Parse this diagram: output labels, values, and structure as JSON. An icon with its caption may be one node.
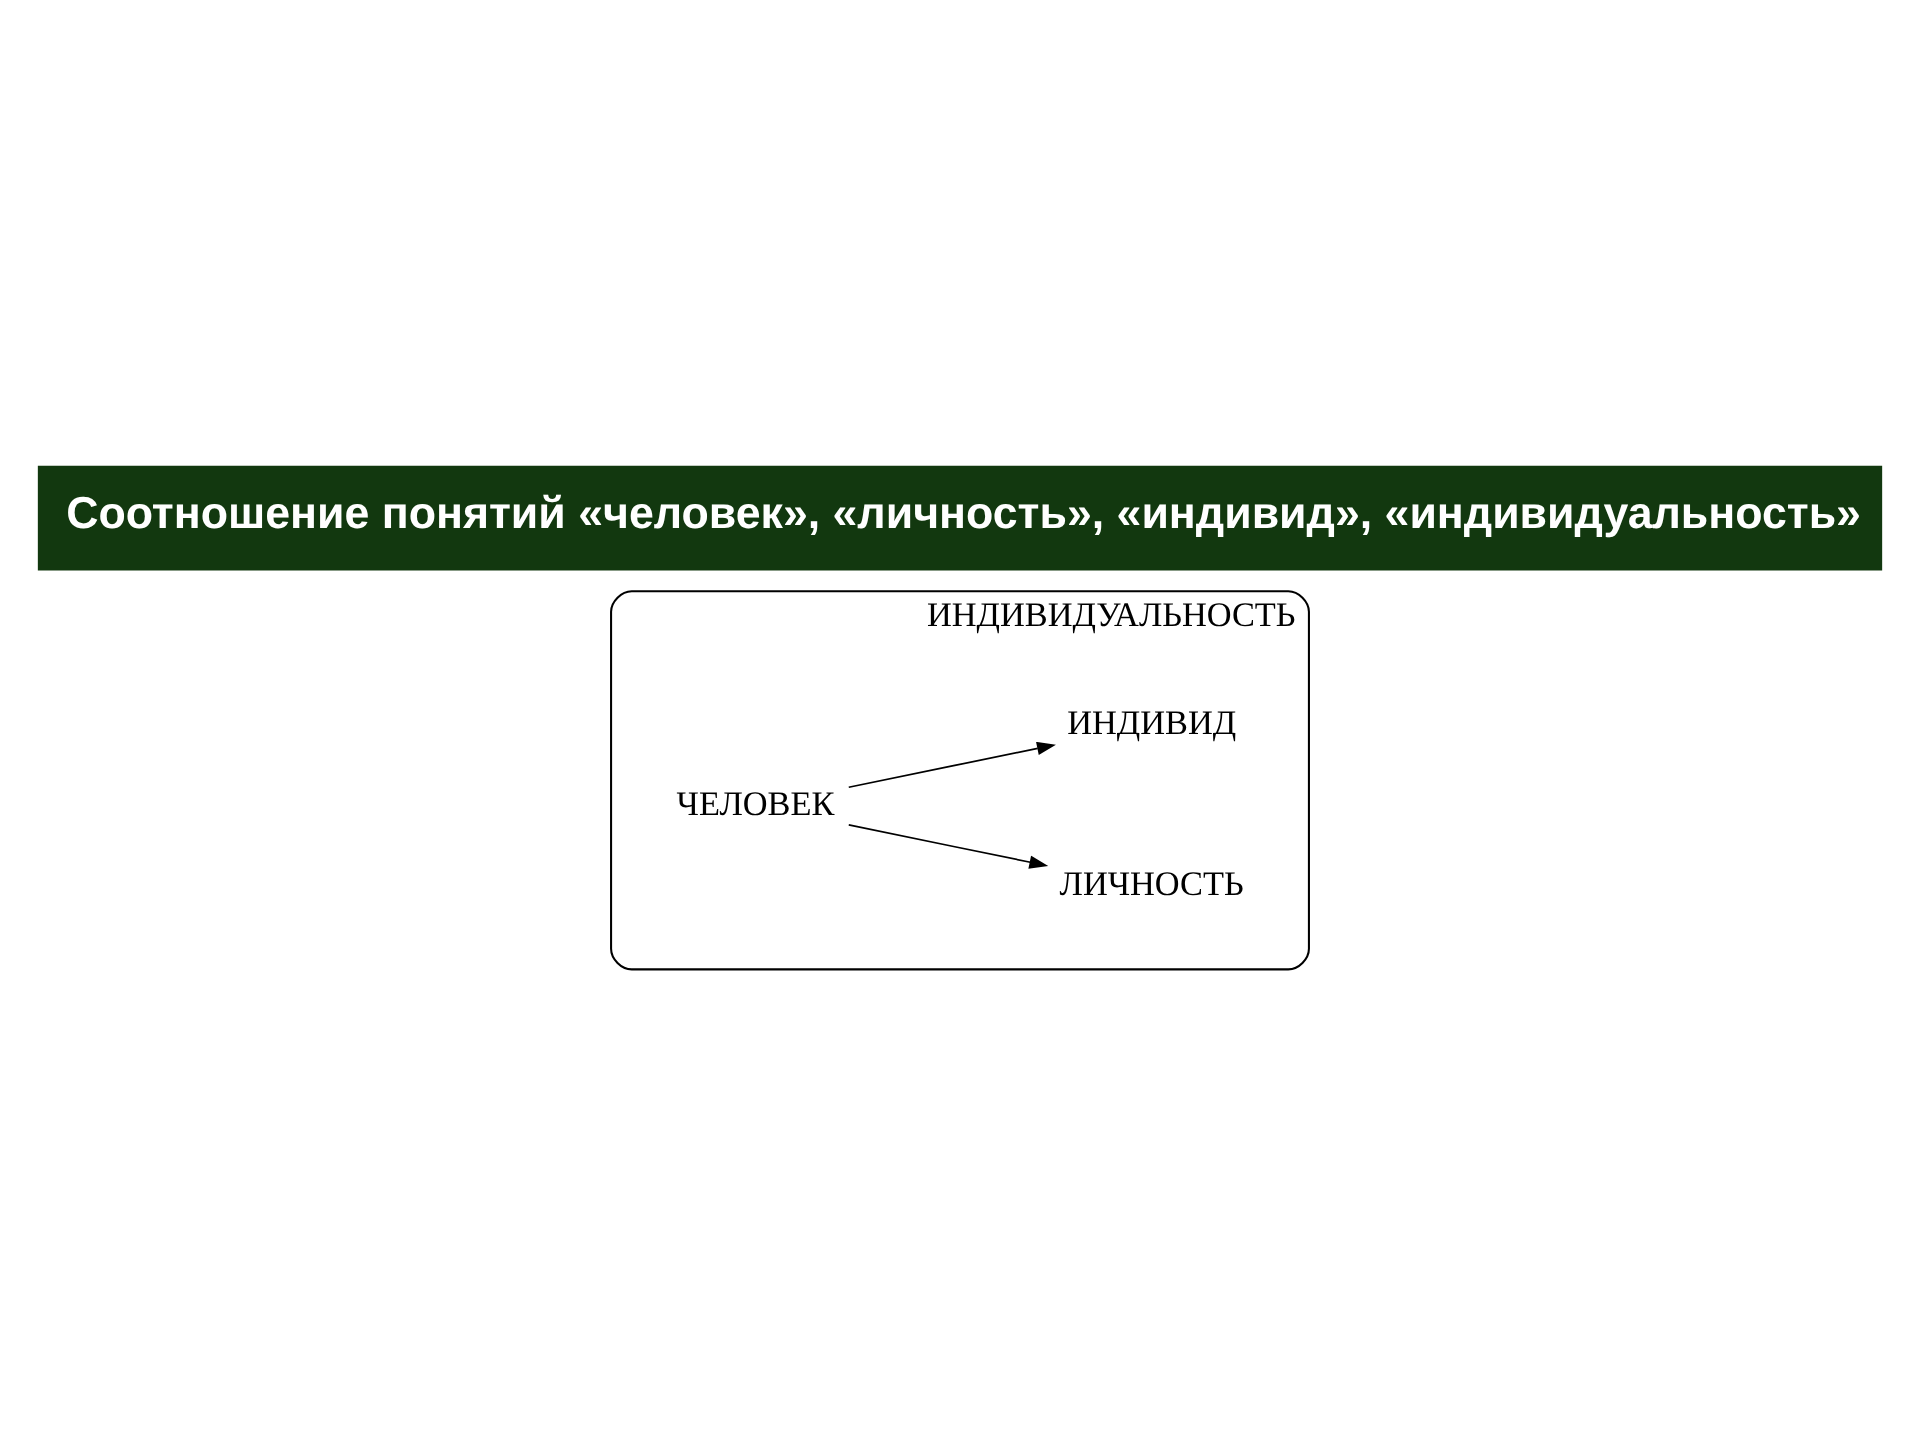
{
  "diagram": {
    "title": "Соотношение понятий «человек», «личность», «индивид», «индивидуальность»",
    "nodes": [
      {
        "text": [
          "ИНДИВИДУАЛЬНОСТЬ"
        ]
      },
      {
        "text": [
          "ЧЕЛОВЕК"
        ],
        "in": 0
      },
      {
        "text": [
          "ЛИЧНОСТЬ"
        ],
        "in": 0
      },
      {
        "text": [
          "ИНДИВИД"
        ],
        "in": 0
      }
    ],
    "edges": [
      {
        "from": 1,
        "to": 2,
        "arrow": "to"
      },
      {
        "from": 1,
        "to": 3,
        "arrow": "to"
      }
    ]
  }
}
